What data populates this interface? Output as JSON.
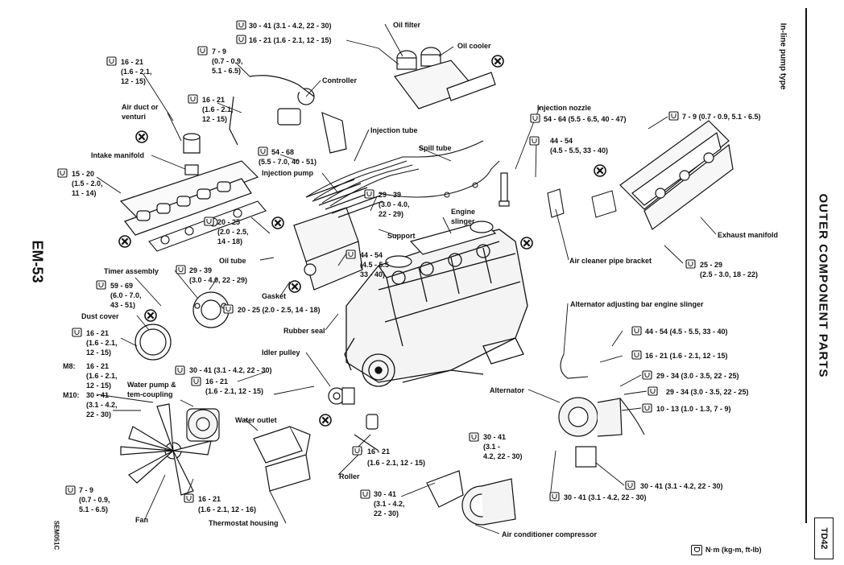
{
  "page_side_label": "EM-53",
  "top_right_note": "In-line pump type",
  "section_title": "OUTER COMPONENT PARTS",
  "engine_code": "TD42",
  "figure_code": "SEM051C",
  "legend": {
    "text": "N·m (kg-m, ft-lb)"
  },
  "parts": {
    "oil_filter": "Oil filter",
    "oil_cooler": "Oil cooler",
    "controller": "Controller",
    "air_duct": [
      "Air duct or",
      "venturi"
    ],
    "intake_manifold": "Intake manifold",
    "injection_tube": "Injection tube",
    "spill_tube": "Spill tube",
    "injection_pump": "Injection pump",
    "injection_nozzle": "Injection nozzle",
    "engine_slinger": [
      "Engine",
      "slinger"
    ],
    "support": "Support",
    "oil_tube": "Oil tube",
    "gasket": "Gasket",
    "timer_assembly": "Timer assembly",
    "dust_cover": "Dust cover",
    "rubber_seal": "Rubber seal",
    "idler_pulley": "Idler pulley",
    "water_pump": [
      "Water pump &",
      "tem-coupling"
    ],
    "water_outlet": "Water outlet",
    "roller": "Roller",
    "fan": "Fan",
    "thermostat_housing": "Thermostat housing",
    "ac_compressor": "Air conditioner compressor",
    "alternator": "Alternator",
    "alt_bar_slinger": "Alternator adjusting bar engine slinger",
    "air_cleaner_bracket": "Air cleaner pipe bracket",
    "exhaust_manifold": "Exhaust manifold"
  },
  "torques": {
    "t1": "30 - 41 (3.1 - 4.2, 22 - 30)",
    "t2": "16 - 21 (1.6 - 2.1, 12 - 15)",
    "t3": [
      "7 - 9",
      "(0.7 - 0.9,",
      "5.1 - 6.5)"
    ],
    "t4": [
      "16 - 21",
      "(1.6 - 2.1,",
      "12 - 15)"
    ],
    "t5": [
      "16 - 21",
      "(1.6 - 2.1,",
      "12 - 15)"
    ],
    "t6": [
      "15 - 20",
      "(1.5 - 2.0,",
      "11 - 14)"
    ],
    "t7": [
      "54 - 68",
      "(5.5 - 7.0, 40 - 51)"
    ],
    "t8": [
      "29 - 39",
      "(3.0 - 4.0,",
      "22 - 29)"
    ],
    "t9": [
      "20 - 25",
      "(2.0 - 2.5,",
      "14 - 18)"
    ],
    "t10": [
      "44 - 54",
      "(4.5 - 5.5",
      "33 - 40)"
    ],
    "t11": [
      "29 - 39",
      "(3.0 - 4.0, 22 - 29)"
    ],
    "t12": [
      "59 - 69",
      "(6.0 - 7.0,",
      "43 - 51)"
    ],
    "t13": "20 - 25 (2.0 - 2.5, 14 - 18)",
    "t14": [
      "16 - 21",
      "(1.6 - 2.1,",
      "12 - 15)"
    ],
    "t15_m8": [
      "M8:",
      "16 - 21",
      "(1.6 - 2.1,",
      "12 - 15)"
    ],
    "t15_m10": [
      "M10:",
      "30 - 41",
      "(3.1 - 4.2,",
      "22 - 30)"
    ],
    "t16": "30 - 41 (3.1 - 4.2, 22 - 30)",
    "t17": [
      "16 - 21",
      "(1.6 - 2.1, 12 - 15)"
    ],
    "t18": [
      "16 - 21",
      "(1.6 - 2.1, 12 - 15)"
    ],
    "t19": [
      "7 - 9",
      "(0.7 - 0.9,",
      "5.1 - 6.5)"
    ],
    "t20": [
      "16 - 21",
      "(1.6 - 2.1, 12 - 16)"
    ],
    "t21": [
      "30 - 41",
      "(3.1 -",
      "4.2, 22 - 30)"
    ],
    "t22": [
      "30 - 41",
      "(3.1 - 4.2,",
      "22 - 30)"
    ],
    "t23": [
      "54 - 64 (5.5 - 6.5, 40 - 47)"
    ],
    "t24": [
      "44 - 54",
      "(4.5 - 5.5, 33 - 40)"
    ],
    "t25": "7 - 9 (0.7 - 0.9, 5.1 - 6.5)",
    "t26": [
      "25 - 29",
      "(2.5 - 3.0, 18 - 22)"
    ],
    "t27": "44 - 54 (4.5 - 5.5, 33 - 40)",
    "t28": "16 - 21 (1.6 - 2.1, 12 - 15)",
    "t29": "29 - 34 (3.0 - 3.5, 22 - 25)",
    "t30": "29 - 34 (3.0 - 3.5, 22 - 25)",
    "t31": "10 - 13 (1.0 - 1.3, 7 - 9)",
    "t32": "30 - 41 (3.1 - 4.2, 22 - 30)",
    "t33": "30 - 41 (3.1 - 4.2, 22 - 30)"
  }
}
